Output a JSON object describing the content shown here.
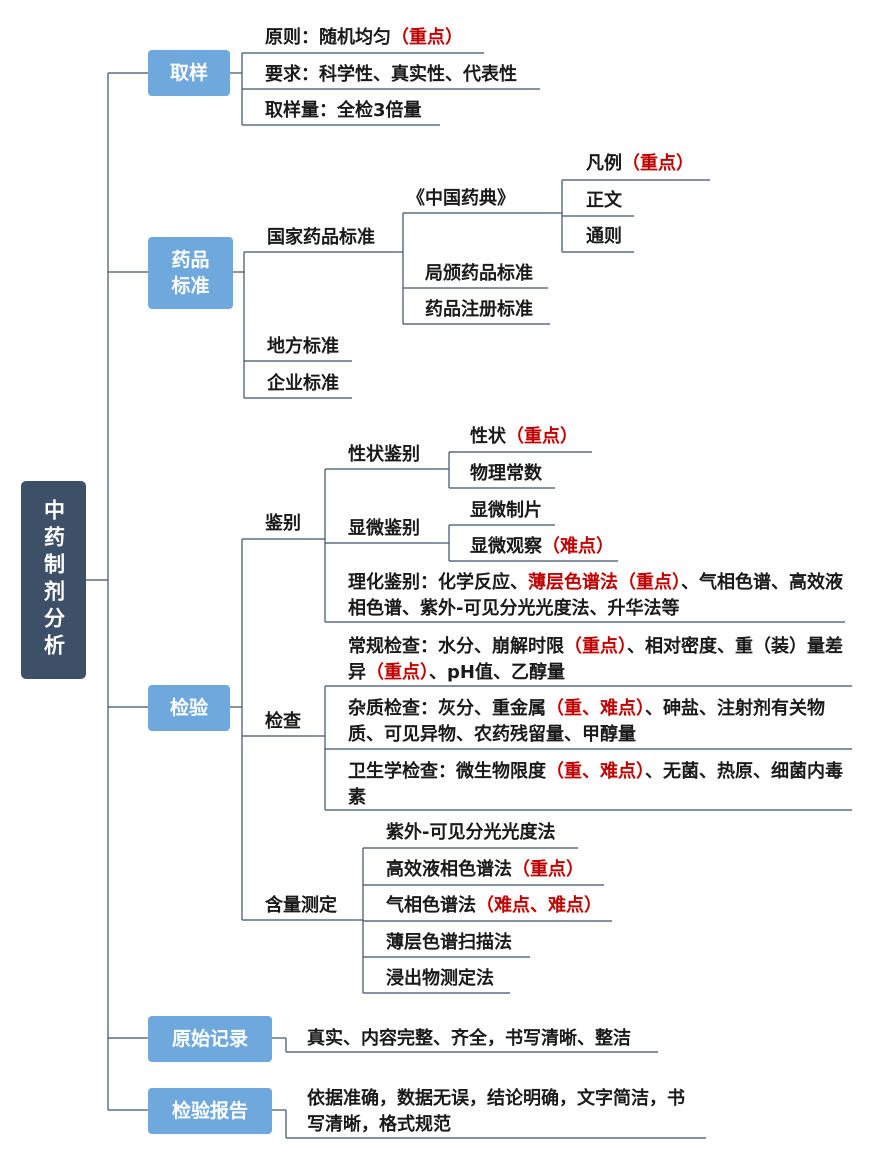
{
  "colors": {
    "accent_box": "#6fa8dc",
    "root_box": "#3d5068",
    "highlight": "#c00000",
    "line": "#3d5068"
  },
  "root": "中药制剂分析",
  "sampling": {
    "label": "取样",
    "principle": {
      "text": "原则：随机均匀",
      "note": "（重点）"
    },
    "requirement": "要求：科学性、真实性、代表性",
    "amount": "取样量：全检3倍量"
  },
  "standards": {
    "label": "药品标准",
    "national": "国家药品标准",
    "pharmacopoeia": "《中国药典》",
    "fanli": {
      "text": "凡例",
      "note": "（重点）"
    },
    "zhengwen": "正文",
    "tongze": "通则",
    "bureau": "局颁药品标准",
    "registration": "药品注册标准",
    "local": "地方标准",
    "enterprise": "企业标准"
  },
  "inspection": {
    "label": "检验",
    "identification": {
      "label": "鉴别",
      "character": "性状鉴别",
      "xingzhuang": {
        "text": "性状",
        "note": "（重点）"
      },
      "physical": "物理常数",
      "microscopic": "显微鉴别",
      "slide": "显微制片",
      "observe": {
        "text": "显微观察",
        "note": "（难点）"
      },
      "physchem": {
        "a": "理化鉴别：化学反应、",
        "b": "薄层色谱法（重点）",
        "c": "、气相色谱、高效液相色谱、紫外-可见分光光度法、升华法等"
      }
    },
    "check": {
      "label": "检查",
      "routine": {
        "a": "常规检查：水分、崩解时限",
        "b": "（重点）",
        "c": "、相对密度、重（装）量差异",
        "d": "（重点）",
        "e": "、pH值、乙醇量"
      },
      "impurity": {
        "a": "杂质检查：灰分、重金属",
        "b": "（重、难点）",
        "c": "、砷盐、注射剂有关物质、可见异物、农药残留量、甲醇量"
      },
      "hygiene": {
        "a": "卫生学检查：微生物限度",
        "b": "（重、难点）",
        "c": "、无菌、热原、细菌内毒素"
      }
    },
    "assay": {
      "label": "含量测定",
      "uv": "紫外-可见分光光度法",
      "hplc": {
        "text": "高效液相色谱法",
        "note": "（重点）"
      },
      "gc": {
        "text": "气相色谱法",
        "note": "（难点、难点）"
      },
      "tlcscan": "薄层色谱扫描法",
      "extract": "浸出物测定法"
    }
  },
  "record": {
    "label": "原始记录",
    "text": "真实、内容完整、齐全，书写清晰、整洁"
  },
  "report": {
    "label": "检验报告",
    "text": "依据准确，数据无误，结论明确，文字简洁，书写清晰，格式规范"
  }
}
